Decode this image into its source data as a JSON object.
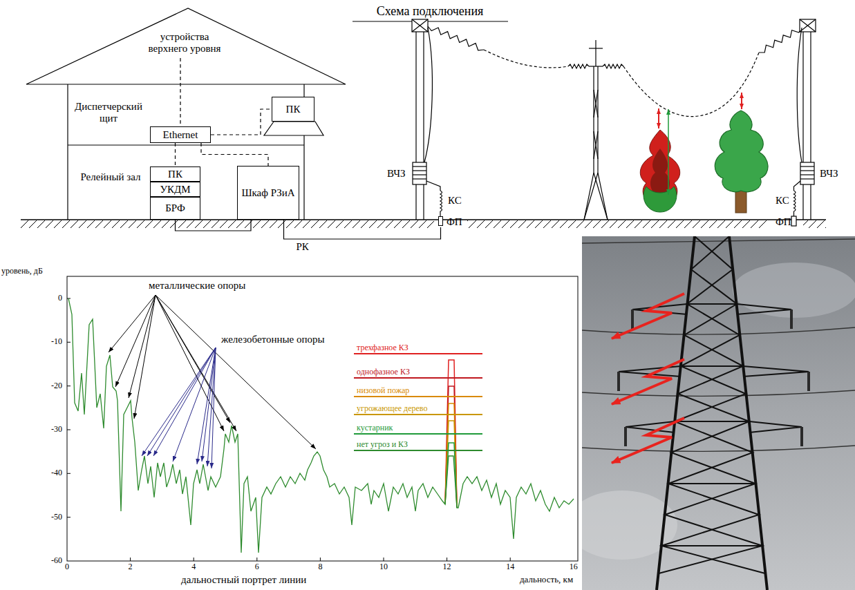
{
  "diagram": {
    "title": "Схема подключения",
    "caption": "дальностный портрет линии",
    "nodes": [
      {
        "text": [
          "устройства верхнего уровня"
        ]
      },
      {
        "text": [
          "Ethernet"
        ]
      },
      {
        "text": [
          "ПК"
        ]
      },
      {
        "text": [
          "ПК"
        ]
      },
      {
        "text": [
          "УКДМ"
        ]
      },
      {
        "text": [
          "БРФ"
        ]
      },
      {
        "text": [
          "Шкаф РЗиА"
        ]
      },
      {
        "text": [
          "ФП"
        ]
      }
    ],
    "edges": [
      {
        "from": 0,
        "to": 1,
        "arrow": "none"
      },
      {
        "from": 1,
        "to": 2,
        "arrow": "none"
      },
      {
        "from": 1,
        "to": 3,
        "arrow": "none"
      },
      {
        "from": 1,
        "to": 6,
        "arrow": "none"
      },
      {
        "from": 5,
        "to": 6,
        "arrow": "none"
      },
      {
        "from": 6,
        "to": 7,
        "label": "РК",
        "arrow": "none"
      }
    ],
    "labels": [
      "Диспетчерский щит",
      "Релейный зал",
      "ВЧЗ",
      "ВЧЗ",
      "КС",
      "КС",
      "ФП",
      "металлические опоры",
      "железобетонные опоры",
      "уровень, дБ",
      "0",
      "-10",
      "-20",
      "-30",
      "-40",
      "-50",
      "-60",
      "0",
      "2",
      "4",
      "6",
      "8",
      "10",
      "12",
      "14",
      "16",
      "дальность, км"
    ],
    "legend": [
      {
        "text": "трехфазное КЗ",
        "color": "#e02020"
      },
      {
        "text": "однофазное КЗ",
        "color": "#c0181f"
      },
      {
        "text": "низовой пожар",
        "color": "#d98a00"
      },
      {
        "text": "угрожающее дерево",
        "color": "#c99700"
      },
      {
        "text": "кустарник",
        "color": "#1f9a3a"
      },
      {
        "text": "нет угроз и КЗ",
        "color": "#2e8b2e"
      }
    ]
  }
}
